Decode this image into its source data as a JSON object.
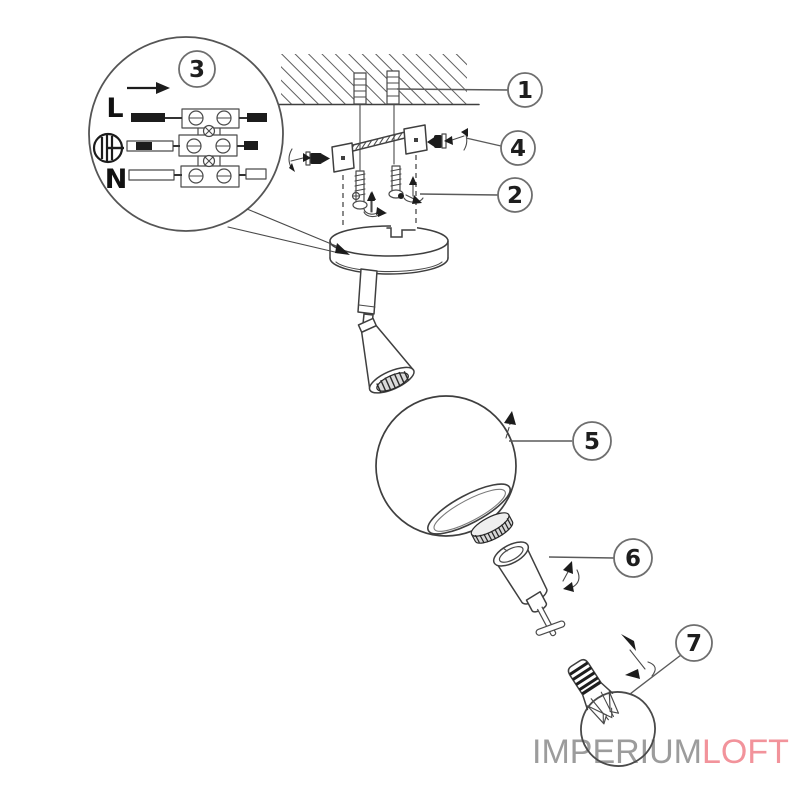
{
  "page": {
    "background_color": "#ffffff",
    "line_color": "#3f3f3f",
    "description_labels_visible": [
      "1",
      "2",
      "3",
      "4",
      "5",
      "6",
      "7",
      "L",
      "N"
    ]
  },
  "callouts": {
    "c1": "1",
    "c2": "2",
    "c3": "3",
    "c4": "4",
    "c5": "5",
    "c6": "6",
    "c7": "7"
  },
  "wiring_detail": {
    "live": "L",
    "neutral": "N",
    "earth_icon": "earth-ground-symbol"
  },
  "watermark": {
    "text_primary": "IMPERIUM",
    "text_accent": "LOFT",
    "primary_color": "#9c9c9c",
    "accent_color": "#f2939b"
  }
}
